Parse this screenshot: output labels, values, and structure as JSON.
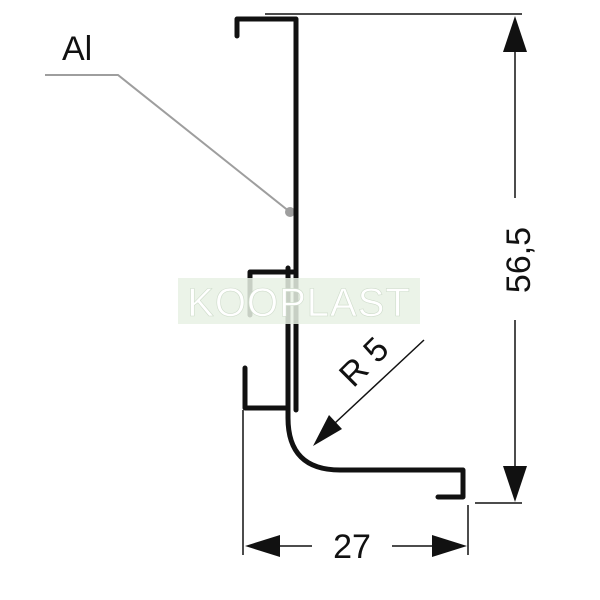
{
  "material_label": "Al",
  "dimensions": {
    "height": "56,5",
    "width": "27",
    "radius": "R 5"
  },
  "watermark": "KOOPLAST",
  "colors": {
    "profile": "#111111",
    "dimension_lines": "#111111",
    "leader_line": "#9e9e9e",
    "leader_dot": "#9e9e9e",
    "watermark_band": "#e8f1e4",
    "watermark_text": "#ffffff"
  }
}
